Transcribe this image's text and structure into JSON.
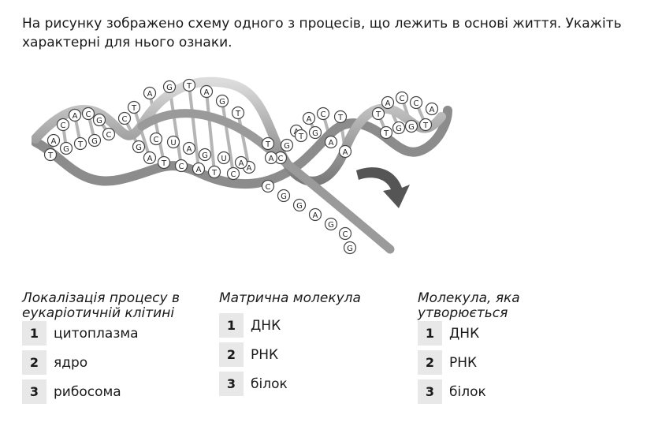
{
  "question": "На рисунку зображено схему одного з процесів, що лежить в основі життя. Укажіть характерні для нього ознаки.",
  "figure": {
    "icon": "dna-transcription-diagram",
    "top_strand_letters": [
      "A",
      "C",
      "A",
      "C",
      "G",
      "C",
      "T",
      "A",
      "G",
      "T",
      "A",
      "G",
      "T",
      "T",
      "C",
      "A",
      "A",
      "C",
      "T",
      "T",
      "A",
      "C",
      "C",
      "A"
    ],
    "bottom_strand_letters": [
      "T",
      "G",
      "T",
      "G",
      "C",
      "G",
      "A",
      "T",
      "C",
      "A",
      "T",
      "C",
      "A",
      "A",
      "G",
      "T",
      "G",
      "A",
      "A",
      "T",
      "G",
      "G",
      "T"
    ],
    "rna_letters": [
      "C",
      "U",
      "A",
      "G",
      "U",
      "A",
      "C",
      "G",
      "G",
      "A",
      "G",
      "C",
      "G"
    ],
    "arrow_icon": "curved-arrow-icon"
  },
  "columns": [
    {
      "title": "Локалізація процесу в еукаріотичній клітині",
      "options": [
        {
          "num": "1",
          "text": "цитоплазма"
        },
        {
          "num": "2",
          "text": "ядро"
        },
        {
          "num": "3",
          "text": "рибосома"
        }
      ]
    },
    {
      "title": "Матрична молекула",
      "options": [
        {
          "num": "1",
          "text": "ДНК"
        },
        {
          "num": "2",
          "text": "РНК"
        },
        {
          "num": "3",
          "text": "білок"
        }
      ]
    },
    {
      "title": "Молекула, яка утворюється",
      "options": [
        {
          "num": "1",
          "text": "ДНК"
        },
        {
          "num": "2",
          "text": "РНК"
        },
        {
          "num": "3",
          "text": "білок"
        }
      ]
    }
  ]
}
